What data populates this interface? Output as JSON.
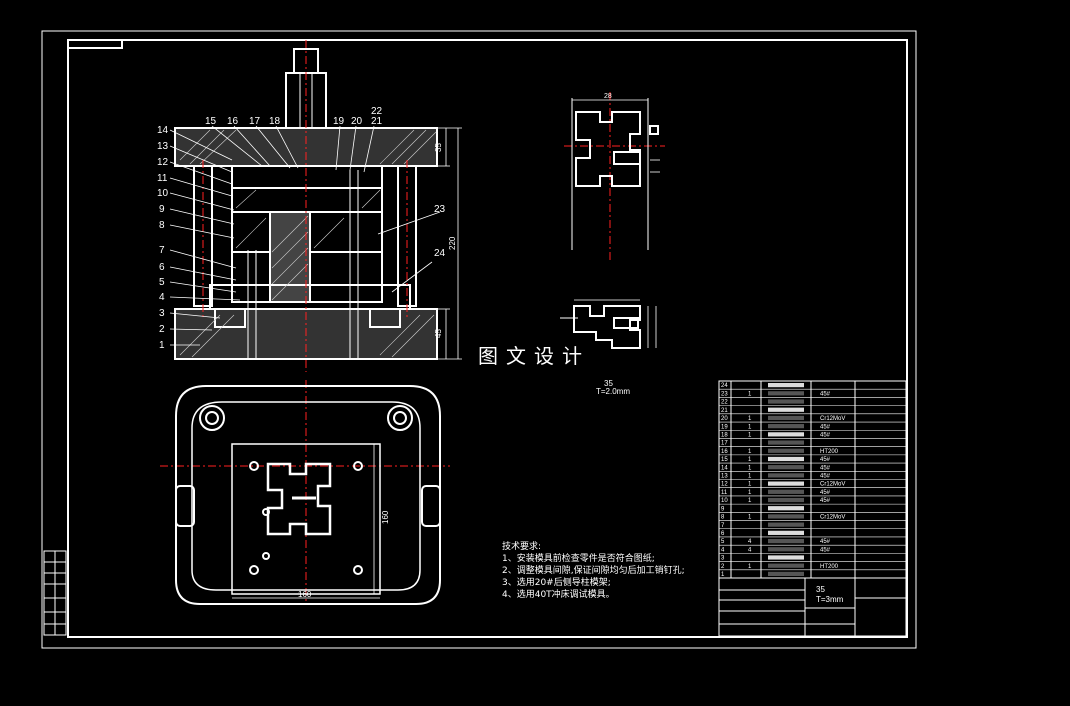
{
  "drawing": {
    "part_numbers_left": [
      "14",
      "13",
      "12",
      "11",
      "10",
      "9",
      "8",
      "7",
      "6",
      "5",
      "4",
      "3",
      "2",
      "1"
    ],
    "part_numbers_top": [
      "15",
      "16",
      "17",
      "18",
      "19",
      "20",
      "21",
      "22"
    ],
    "part_numbers_right": [
      "23",
      "24"
    ],
    "dimensions": {
      "top_thickness": "35",
      "bottom_thickness": "45",
      "total_height": "220",
      "plan_height": "160",
      "plan_width": "160",
      "part_width": "28"
    },
    "part_label_line1": "35",
    "part_label_line2": "T=2.0mm",
    "watermark": "图文设计"
  },
  "tech_requirements": {
    "title": "技术要求:",
    "items": [
      "1、安装模具前检查零件是否符合图纸;",
      "2、调整模具间隙,保证间隙均匀后加工销钉孔;",
      "3、选用20#后侧导柱模架;",
      "4、选用40T冲床调试模具。"
    ]
  },
  "bom": {
    "rows": [
      {
        "no": "24",
        "qty": "",
        "mat": ""
      },
      {
        "no": "23",
        "qty": "1",
        "mat": "45#"
      },
      {
        "no": "22",
        "qty": "",
        "mat": ""
      },
      {
        "no": "21",
        "qty": "",
        "mat": ""
      },
      {
        "no": "20",
        "qty": "1",
        "mat": "Cr12MoV"
      },
      {
        "no": "19",
        "qty": "1",
        "mat": "45#"
      },
      {
        "no": "18",
        "qty": "1",
        "mat": "45#"
      },
      {
        "no": "17",
        "qty": "",
        "mat": ""
      },
      {
        "no": "16",
        "qty": "1",
        "mat": "HT200"
      },
      {
        "no": "15",
        "qty": "1",
        "mat": "45#"
      },
      {
        "no": "14",
        "qty": "1",
        "mat": "45#"
      },
      {
        "no": "13",
        "qty": "1",
        "mat": "45#"
      },
      {
        "no": "12",
        "qty": "1",
        "mat": "Cr12MoV"
      },
      {
        "no": "11",
        "qty": "1",
        "mat": "45#"
      },
      {
        "no": "10",
        "qty": "1",
        "mat": "45#"
      },
      {
        "no": "9",
        "qty": "",
        "mat": ""
      },
      {
        "no": "8",
        "qty": "1",
        "mat": "Cr12MoV"
      },
      {
        "no": "7",
        "qty": "",
        "mat": ""
      },
      {
        "no": "6",
        "qty": "",
        "mat": ""
      },
      {
        "no": "5",
        "qty": "4",
        "mat": "45#"
      },
      {
        "no": "4",
        "qty": "4",
        "mat": "45#"
      },
      {
        "no": "3",
        "qty": "",
        "mat": ""
      },
      {
        "no": "2",
        "qty": "1",
        "mat": "HT200"
      },
      {
        "no": "1",
        "qty": "",
        "mat": ""
      }
    ],
    "title_block_part": "35",
    "title_block_thickness": "T=3mm"
  },
  "colors": {
    "background": "#000000",
    "line": "#ffffff",
    "centerline": "#ff2020",
    "hatch": "#ffffff"
  }
}
